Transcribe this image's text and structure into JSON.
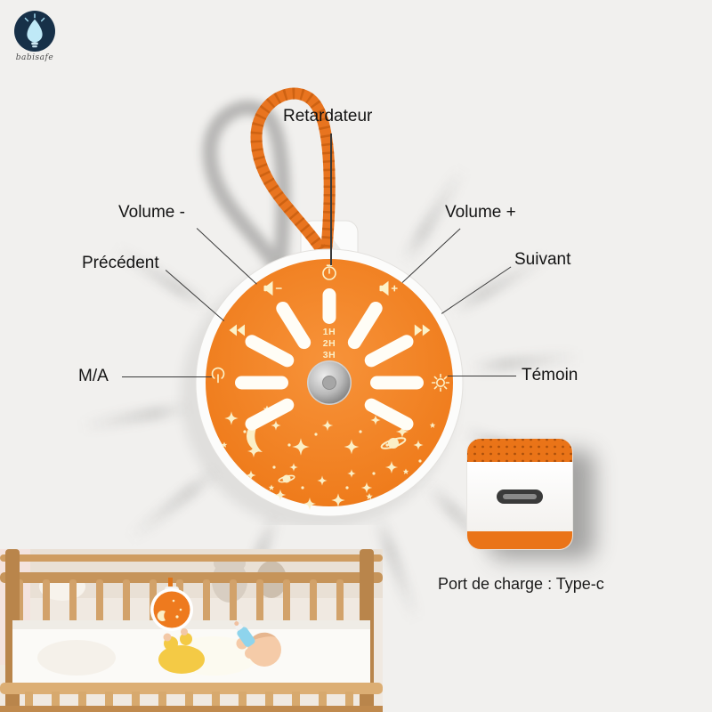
{
  "brand": {
    "name": "babisafe"
  },
  "annotations": {
    "retardateur": "Retardateur",
    "volume_minus": "Volume -",
    "volume_plus": "Volume +",
    "precedent": "Précédent",
    "suivant": "Suivant",
    "ma": "M/A",
    "temoin": "Témoin"
  },
  "device": {
    "timer_options": [
      "1H",
      "2H",
      "3H"
    ],
    "body_color": "#EE7A1C",
    "pattern_color": "#FBEFC6",
    "strap_color": "#E8741F"
  },
  "charger": {
    "caption": "Port de charge : Type-c"
  }
}
